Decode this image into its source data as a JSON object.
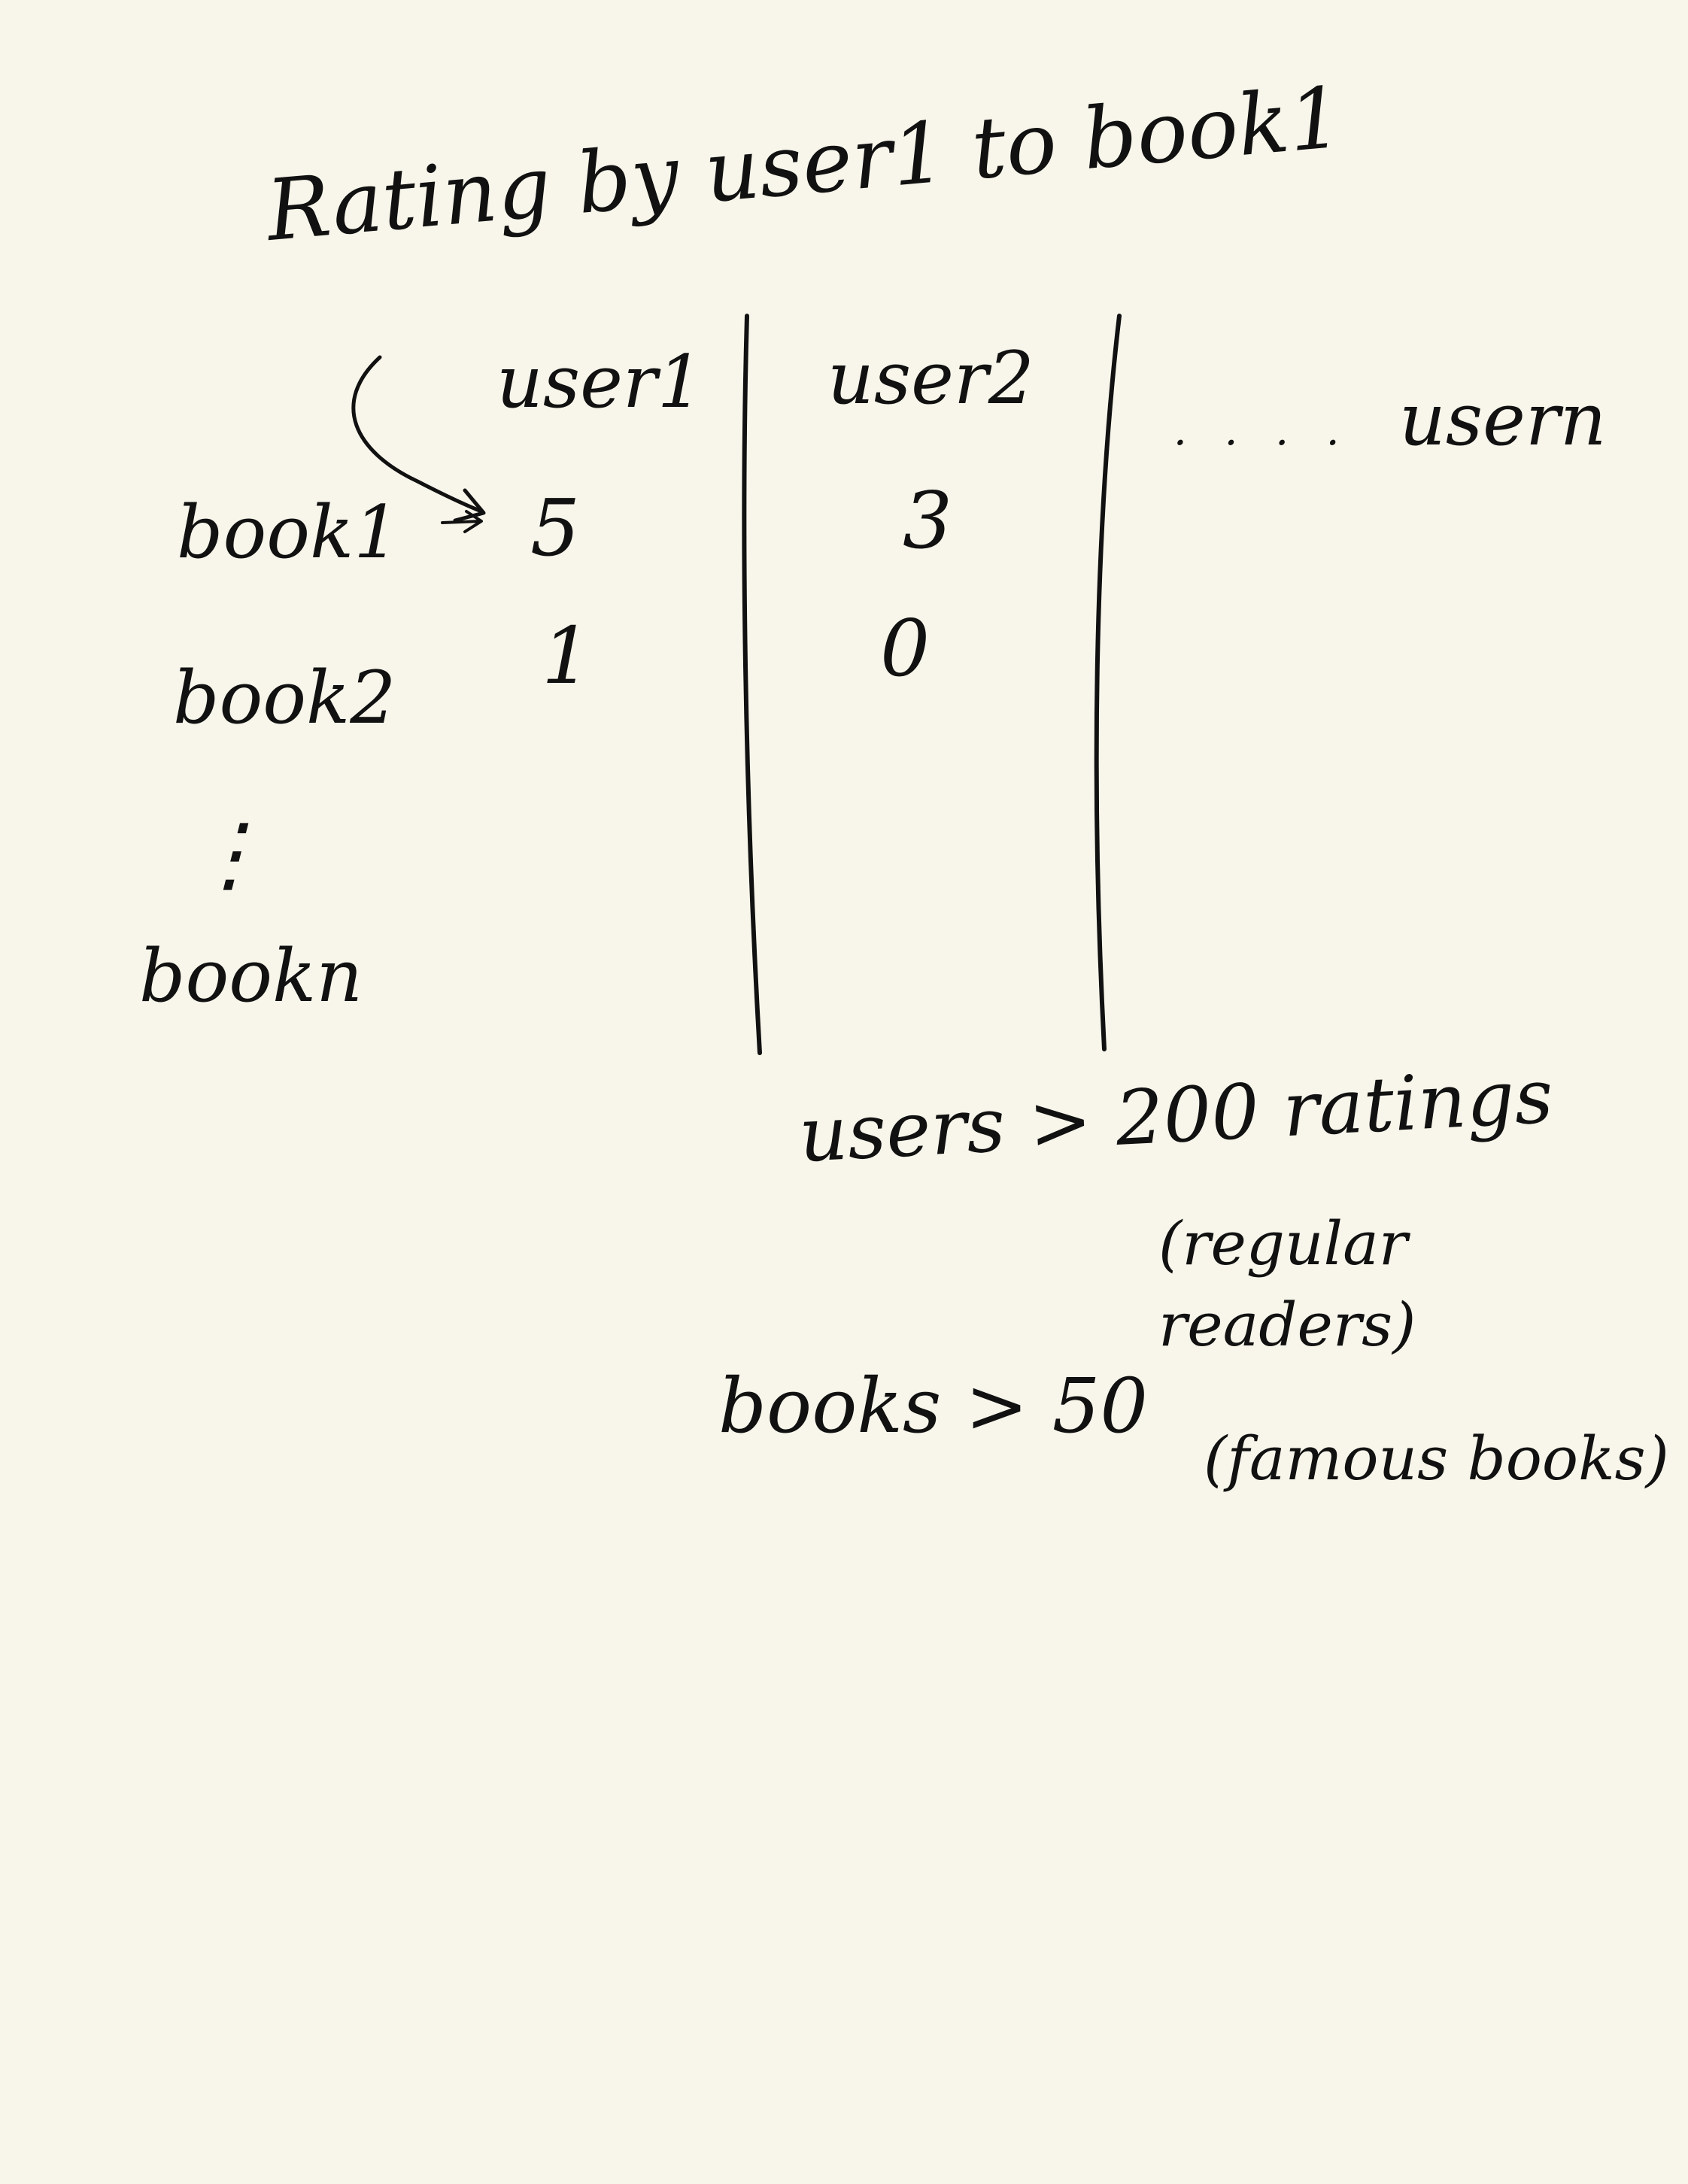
{
  "annotation": {
    "title": "Rating by user1 to book1"
  },
  "matrix": {
    "column_headers": [
      "user1",
      "user2",
      "usern"
    ],
    "column_ellipsis": ". . . .",
    "row_headers": [
      "book1",
      "book2",
      "bookn"
    ],
    "row_ellipsis": "⋮",
    "cells": [
      [
        "5",
        "3"
      ],
      [
        "1",
        "0"
      ]
    ]
  },
  "notes": {
    "users_filter": "users > 200 ratings",
    "users_filter_note": "(regular readers)",
    "books_filter": "books > 50",
    "books_filter_note": "(famous books)"
  },
  "colors": {
    "paper": "#f8f6eb",
    "ink": "#111111"
  }
}
